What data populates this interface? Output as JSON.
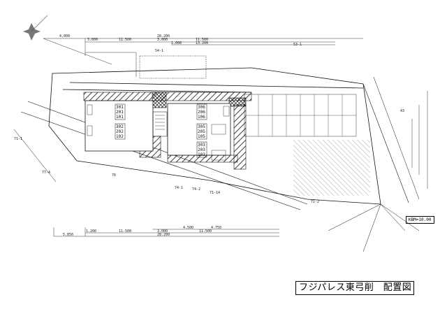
{
  "title": "フジパレス東弓削　配置図",
  "benchmark": "KBM=10.00",
  "rooms": {
    "left_upper": [
      "301",
      "201",
      "101"
    ],
    "left_lower": [
      "302",
      "202",
      "102"
    ],
    "right_upper": [
      "306",
      "206",
      "106"
    ],
    "right_middle": [
      "305",
      "205",
      "105"
    ],
    "right_lower": [
      "303",
      "203",
      "103"
    ]
  },
  "lot_labels": [
    "54-1",
    "53-1",
    "77-4",
    "76",
    "74-1",
    "74-2",
    "71-14",
    "71-1",
    "71-2",
    "43"
  ],
  "dimensions_top": [
    "4.000",
    "3.000",
    "11.500",
    "28.200",
    "3.000",
    "11.500",
    "1.000",
    "13.200"
  ],
  "dimensions_bottom": [
    "5.850",
    "1.200",
    "11.500",
    "28.200",
    "3.000",
    "4.500",
    "4.750",
    "11.500"
  ]
}
